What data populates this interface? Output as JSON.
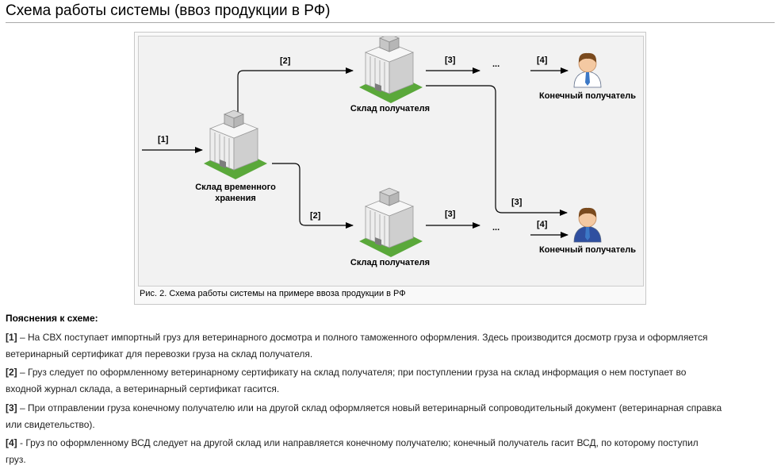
{
  "page": {
    "title": "Схема работы системы (ввоз продукции в РФ)"
  },
  "diagram": {
    "caption": "Рис. 2. Схема работы системы на примере ввоза продукции в РФ",
    "nodes": {
      "svh_label_line1": "Склад временного",
      "svh_label_line2": "хранения",
      "warehouse_top_label": "Склад получателя",
      "warehouse_bottom_label": "Склад получателя",
      "recipient_top_label": "Конечный получатель",
      "recipient_bottom_label": "Конечный получатель"
    },
    "edges": {
      "in_svh": "[1]",
      "svh_to_top": "[2]",
      "svh_to_bottom": "[2]",
      "top_out": "[3]",
      "top_to_recipient_bottom": "[3]",
      "bottom_out": "[3]",
      "dots_to_recipient_top": "[4]",
      "dots_to_recipient_bottom": "[4]"
    },
    "ellipsis": "...",
    "icons": {
      "warehouse": "warehouse-building-icon",
      "person": "person-icon"
    },
    "colors": {
      "building": "#d8d8d8",
      "grass": "#5aa83a",
      "recipient_top_shirt": "#ffffff",
      "recipient_bottom_suit": "#2f4fa0"
    }
  },
  "explanations": {
    "heading": "Пояснения к схеме:",
    "items": [
      {
        "num": "[1]",
        "line1": " – На СВХ поступает импортный груз для ветеринарного досмотра и полного таможенного оформления. Здесь производится досмотр груза и оформляется",
        "line2": "ветеринарный сертификат для перевозки груза на склад получателя."
      },
      {
        "num": "[2]",
        "line1": " – Груз следует по оформленному ветеринарному сертификату на склад получателя; при поступлении груза на склад информация о нем поступает во",
        "line2": "входной журнал склада, а ветеринарный сертификат гасится."
      },
      {
        "num": "[3]",
        "line1": " – При отправлении груза конечному получателю или на другой склад оформляется новый ветеринарный сопроводительный документ (ветеринарная справка",
        "line2": "или свидетельство)."
      },
      {
        "num": "[4]",
        "line1": " - Груз по оформленному ВСД следует на другой склад или направляется конечному получателю; конечный получатель гасит ВСД, по которому поступил",
        "line2": "груз."
      }
    ]
  }
}
